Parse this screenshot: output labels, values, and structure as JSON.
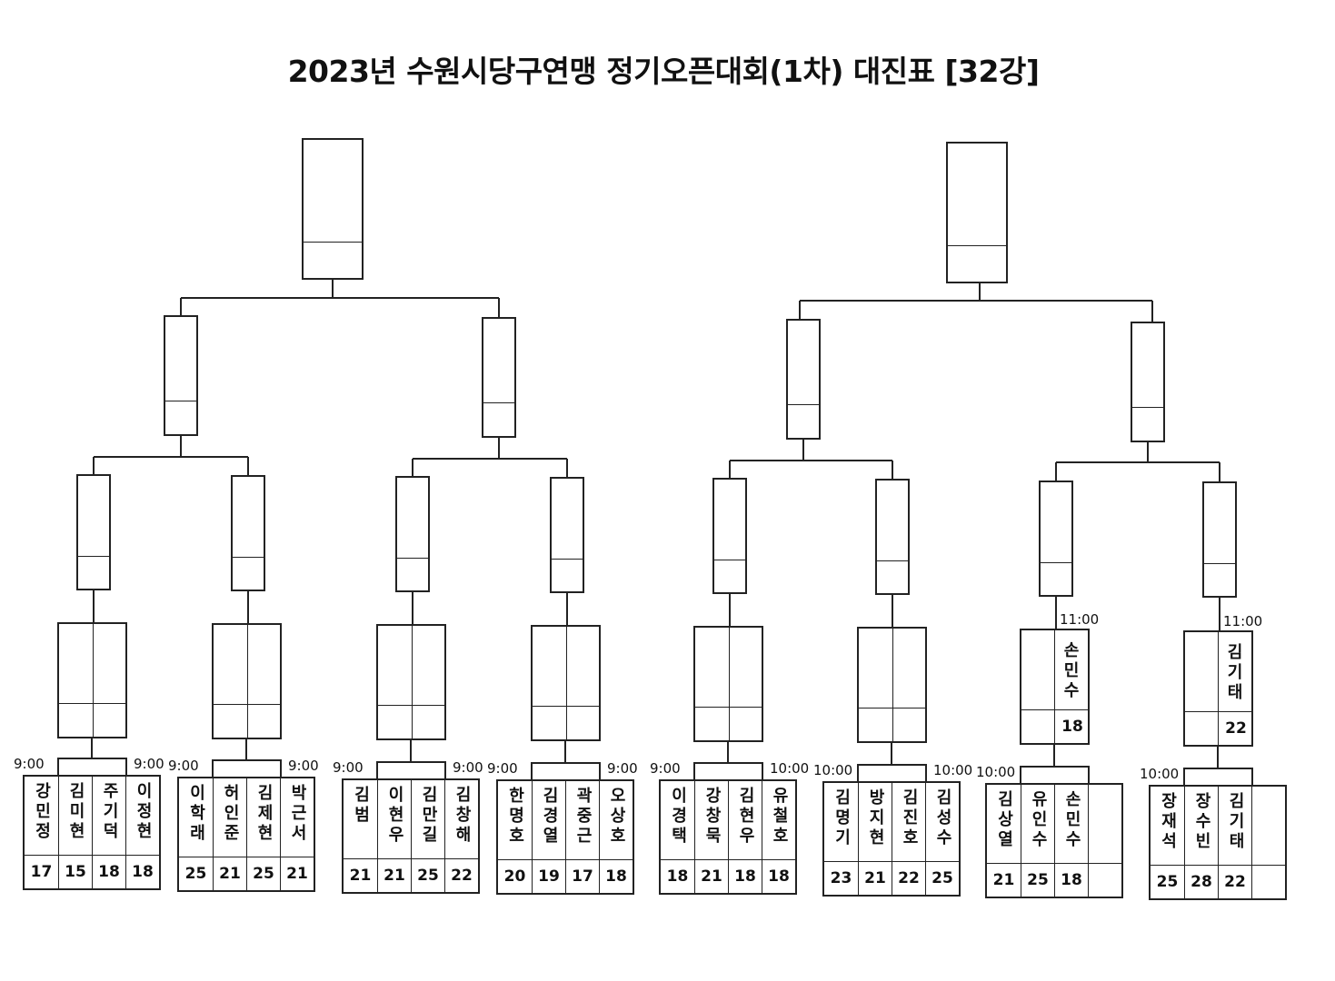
{
  "title": "2023년 수원시당구연맹 정기오픈대회(1차) 대진표 [32강]",
  "groups": [
    {
      "players": [
        {
          "name": "강민정",
          "score": "17"
        },
        {
          "name": "김미현",
          "score": "15"
        },
        {
          "name": "주기덕",
          "score": "18"
        },
        {
          "name": "이정현",
          "score": "18"
        }
      ],
      "time_left": "9:00",
      "time_right": "9:00"
    },
    {
      "players": [
        {
          "name": "이학래",
          "score": "25"
        },
        {
          "name": "허인준",
          "score": "21"
        },
        {
          "name": "김제현",
          "score": "25"
        },
        {
          "name": "박근서",
          "score": "21"
        }
      ],
      "time_left": "9:00",
      "time_right": "9:00"
    },
    {
      "players": [
        {
          "name": "김범",
          "score": "21"
        },
        {
          "name": "이현우",
          "score": "21"
        },
        {
          "name": "김만길",
          "score": "25"
        },
        {
          "name": "김창해",
          "score": "22"
        }
      ],
      "time_left": "9:00",
      "time_right": "9:00"
    },
    {
      "players": [
        {
          "name": "한명호",
          "score": "20"
        },
        {
          "name": "김경열",
          "score": "19"
        },
        {
          "name": "곽중근",
          "score": "17"
        },
        {
          "name": "오상호",
          "score": "18"
        }
      ],
      "time_left": "9:00",
      "time_right": "9:00"
    },
    {
      "players": [
        {
          "name": "이경택",
          "score": "18"
        },
        {
          "name": "강창묵",
          "score": "21"
        },
        {
          "name": "김현우",
          "score": "18"
        },
        {
          "name": "유철호",
          "score": "18"
        }
      ],
      "time_left": "9:00",
      "time_right": "10:00"
    },
    {
      "players": [
        {
          "name": "김명기",
          "score": "23"
        },
        {
          "name": "방지현",
          "score": "21"
        },
        {
          "name": "김진호",
          "score": "22"
        },
        {
          "name": "김성수",
          "score": "25"
        }
      ],
      "time_left": "10:00",
      "time_right": "10:00"
    },
    {
      "players": [
        {
          "name": "김상열",
          "score": "21"
        },
        {
          "name": "유인수",
          "score": "25"
        },
        {
          "name": "손민수",
          "score": "18"
        },
        {
          "name": "",
          "score": ""
        }
      ],
      "time_left": "10:00",
      "time_right": ""
    },
    {
      "players": [
        {
          "name": "장재석",
          "score": "25"
        },
        {
          "name": "장수빈",
          "score": "28"
        },
        {
          "name": "김기태",
          "score": "22"
        },
        {
          "name": "",
          "score": ""
        }
      ],
      "time_left": "10:00",
      "time_right": ""
    }
  ],
  "round16": [
    {
      "name": "",
      "score": ""
    },
    {
      "name": "",
      "score": ""
    },
    {
      "name": "",
      "score": ""
    },
    {
      "name": "",
      "score": ""
    },
    {
      "name": "",
      "score": ""
    },
    {
      "name": "",
      "score": ""
    },
    {
      "name": "손민수",
      "score": "18",
      "time": "11:00"
    },
    {
      "name": "김기태",
      "score": "22",
      "time": "11:00"
    }
  ]
}
